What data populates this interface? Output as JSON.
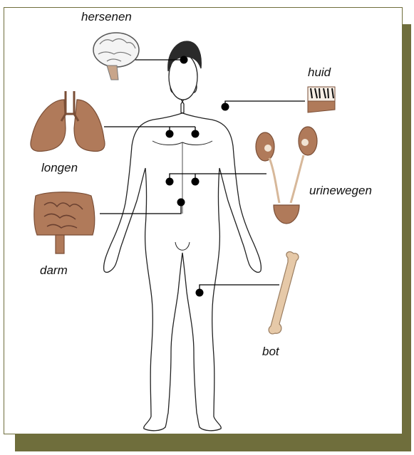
{
  "labels": {
    "hersenen": "hersenen",
    "huid": "huid",
    "longen": "longen",
    "urinewegen": "urinewegen",
    "darm": "darm",
    "bot": "bot"
  },
  "colors": {
    "frame_shadow": "#6f6e3c",
    "organ_tan": "#b07a5a",
    "bone": "#e6c9a8",
    "hair": "#2a2a2a",
    "connector": "#000000"
  },
  "icons": [
    "brain-icon",
    "lungs-icon",
    "intestine-icon",
    "skin-icon",
    "kidneys-bladder-icon",
    "femur-bone-icon",
    "human-body-figure"
  ]
}
